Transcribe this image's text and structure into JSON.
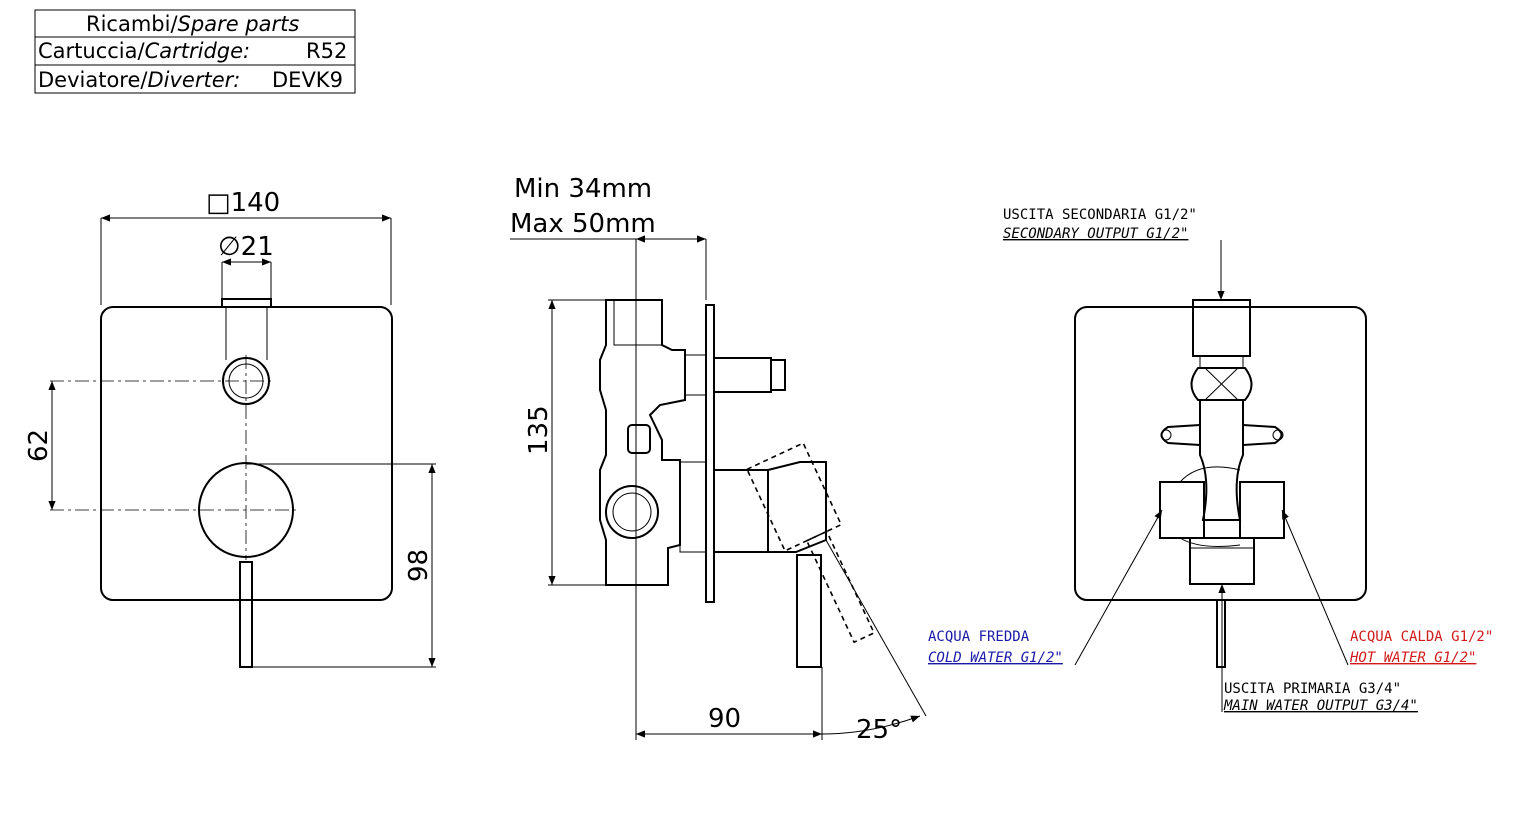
{
  "parts_table": {
    "row1_it": "Ricambi/",
    "row1_en": "Spare parts",
    "row2_it": "Cartuccia/",
    "row2_en": "Cartridge:",
    "row2_value": "R52",
    "row3_it": "Deviatore/",
    "row3_en": "Diverter:",
    "row3_value": "DEVK9"
  },
  "front_view": {
    "plate_size": "□140",
    "knob_diameter": "∅21",
    "vertical_62": "62",
    "vertical_98": "98"
  },
  "side_view": {
    "depth_min": "Min 34mm",
    "depth_max": "Max 50mm",
    "height_135": "135",
    "length_90": "90",
    "angle": "25°"
  },
  "rear_view": {
    "secondary_it": "USCITA SECONDARIA G1/2\"",
    "secondary_en": "SECONDARY OUTPUT G1/2\"",
    "cold_it": "ACQUA FREDDA",
    "cold_en": "COLD WATER G1/2\"",
    "hot_it": "ACQUA CALDA G1/2\"",
    "hot_en": "HOT WATER G1/2\"",
    "main_it": "USCITA PRIMARIA G3/4\"",
    "main_en": "MAIN WATER OUTPUT G3/4\""
  },
  "colors": {
    "cold": "#1a1aa6",
    "hot": "#d11a1a",
    "line": "#000000"
  }
}
